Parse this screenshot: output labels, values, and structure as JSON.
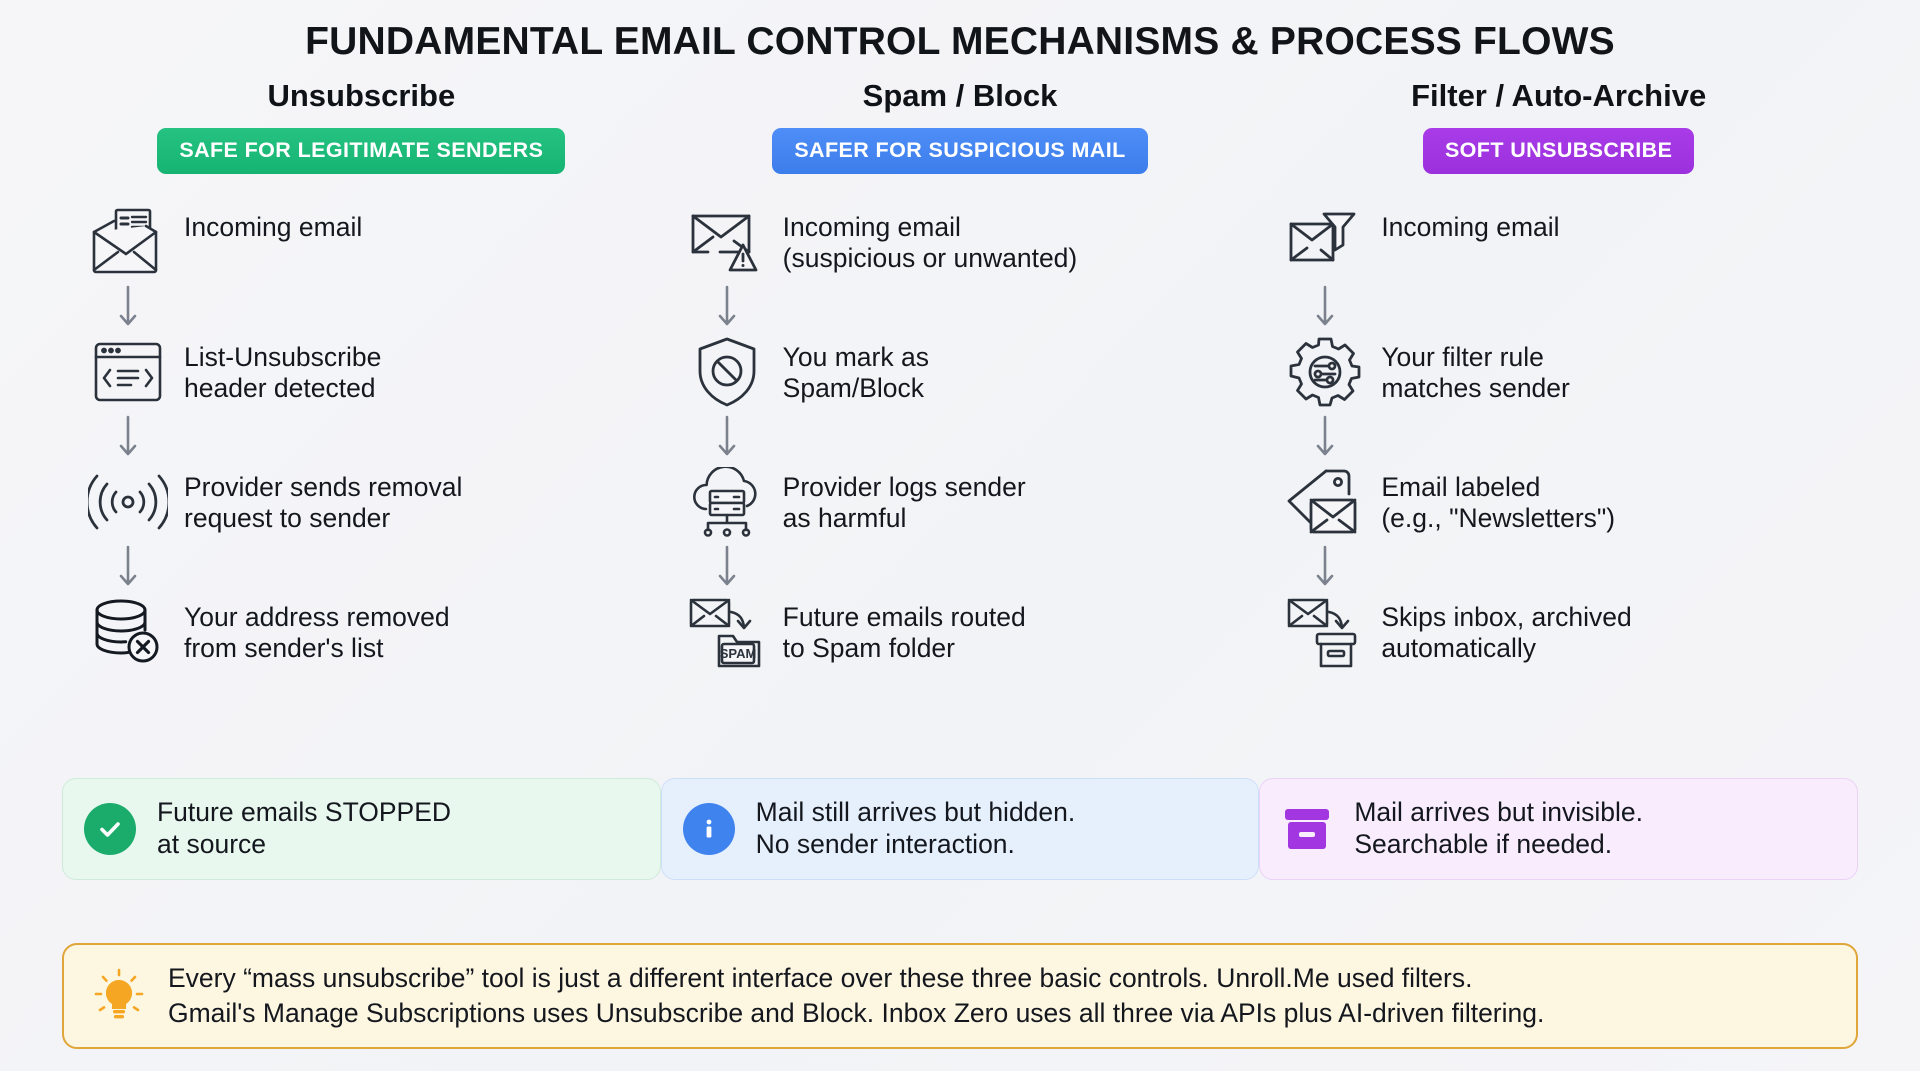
{
  "title": "FUNDAMENTAL EMAIL CONTROL MECHANISMS & PROCESS FLOWS",
  "colors": {
    "background": "#f4f4f7",
    "green": "#1dbd78",
    "blue": "#4285f4",
    "purple": "#a236e0",
    "amber": "#e0a63a",
    "icon_stroke": "#2b323c"
  },
  "columns": [
    {
      "heading": "Unsubscribe",
      "badge": "SAFE FOR LEGITIMATE SENDERS",
      "badge_color": "green",
      "steps": [
        {
          "icon": "newsletter-envelope-icon",
          "text": "Incoming email"
        },
        {
          "icon": "code-window-icon",
          "text": "List-Unsubscribe\nheader detected"
        },
        {
          "icon": "broadcast-signal-icon",
          "text": "Provider sends removal\nrequest to sender"
        },
        {
          "icon": "database-remove-icon",
          "text": "Your address removed\nfrom sender's list"
        }
      ],
      "conclusion": {
        "icon": "check-circle-icon",
        "text": "Future emails STOPPED\nat source",
        "style": "green"
      }
    },
    {
      "heading": "Spam / Block",
      "badge": "SAFER FOR SUSPICIOUS MAIL",
      "badge_color": "blue",
      "steps": [
        {
          "icon": "envelope-warning-icon",
          "text": "Incoming email\n(suspicious or unwanted)"
        },
        {
          "icon": "shield-block-icon",
          "text": "You mark as\nSpam/Block"
        },
        {
          "icon": "cloud-server-icon",
          "text": "Provider logs sender\nas harmful"
        },
        {
          "icon": "envelope-to-spam-folder-icon",
          "text": "Future emails routed\nto Spam folder",
          "icon_label": "SPAM"
        }
      ],
      "conclusion": {
        "icon": "info-circle-icon",
        "text": "Mail still arrives but hidden.\nNo sender interaction.",
        "style": "blue"
      }
    },
    {
      "heading": "Filter / Auto-Archive",
      "badge": "SOFT UNSUBSCRIBE",
      "badge_color": "purple",
      "steps": [
        {
          "icon": "envelope-funnel-icon",
          "text": "Incoming email"
        },
        {
          "icon": "gear-sliders-icon",
          "text": "Your filter rule\nmatches sender"
        },
        {
          "icon": "tag-envelope-icon",
          "text": "Email labeled\n(e.g., \"Newsletters\")"
        },
        {
          "icon": "envelope-to-archive-icon",
          "text": "Skips inbox, archived\nautomatically"
        }
      ],
      "conclusion": {
        "icon": "archive-box-icon",
        "text": "Mail arrives but invisible.\nSearchable if needed.",
        "style": "purple"
      }
    }
  ],
  "footer": {
    "icon": "lightbulb-icon",
    "text": "Every “mass unsubscribe” tool is just a different interface over these three basic controls. Unroll.Me used filters.\nGmail's Manage Subscriptions uses Unsubscribe and Block. Inbox Zero uses all three via APIs plus AI-driven filtering."
  }
}
